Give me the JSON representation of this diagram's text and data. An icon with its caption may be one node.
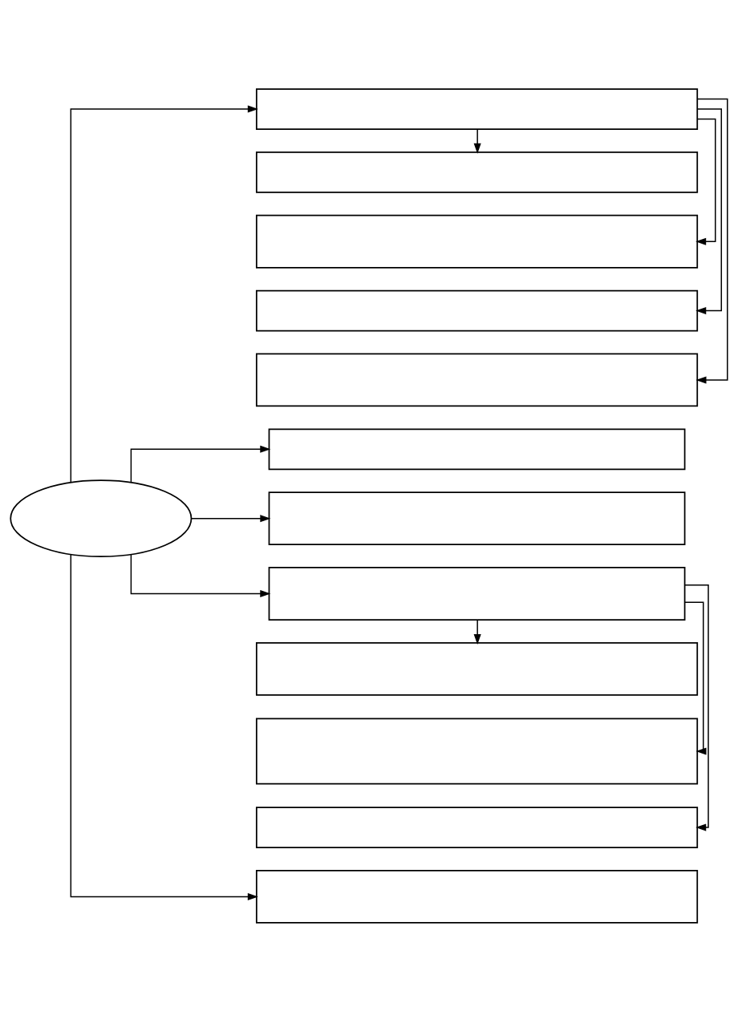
{
  "diagram": {
    "nodes": [
      {
        "text": [],
        "shape": "box"
      },
      {
        "text": [],
        "shape": "box"
      },
      {
        "text": [],
        "shape": "box"
      },
      {
        "text": [],
        "shape": "box"
      },
      {
        "text": [],
        "shape": "box"
      },
      {
        "text": [],
        "shape": "box"
      },
      {
        "text": [],
        "shape": "ellipse"
      },
      {
        "text": [],
        "shape": "box"
      },
      {
        "text": [],
        "shape": "box"
      },
      {
        "text": [],
        "shape": "box"
      },
      {
        "text": [],
        "shape": "box"
      },
      {
        "text": [],
        "shape": "box"
      },
      {
        "text": [],
        "shape": "box"
      }
    ],
    "edges": [
      {
        "from": 6,
        "to": 0,
        "arrow": "to"
      },
      {
        "from": 0,
        "to": 1,
        "arrow": "to"
      },
      {
        "from": 0,
        "to": 2,
        "arrow": "to"
      },
      {
        "from": 0,
        "to": 3,
        "arrow": "to"
      },
      {
        "from": 0,
        "to": 4,
        "arrow": "to"
      },
      {
        "from": 6,
        "to": 5,
        "arrow": "to"
      },
      {
        "from": 6,
        "to": 7,
        "arrow": "to"
      },
      {
        "from": 6,
        "to": 8,
        "arrow": "to"
      },
      {
        "from": 8,
        "to": 9,
        "arrow": "to"
      },
      {
        "from": 8,
        "to": 10,
        "arrow": "to"
      },
      {
        "from": 8,
        "to": 11,
        "arrow": "to"
      },
      {
        "from": 6,
        "to": 12,
        "arrow": "to"
      }
    ]
  }
}
